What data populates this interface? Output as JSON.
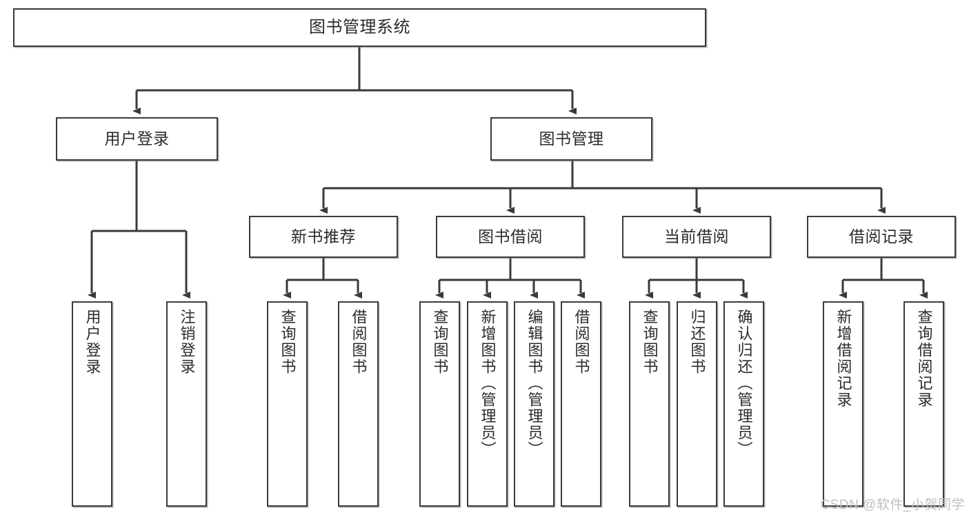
{
  "title": "图书管理系统",
  "watermark": "CSDN @软件_小贺同学",
  "colors": {
    "box_border": "#3a3a3a",
    "box_fill": "#ffffff",
    "text": "#2b2b2b",
    "edge": "#3a3a3a",
    "watermark": "#bfbfbf",
    "background": "#ffffff"
  },
  "chart_data": {
    "type": "tree-diagram",
    "title": "图书管理系统",
    "orientation": "top-down",
    "levels": 4,
    "nodes": [
      {
        "id": "root",
        "label": "图书管理系统",
        "level": 0,
        "text_direction": "horizontal"
      },
      {
        "id": "n_login",
        "label": "用户登录",
        "level": 1,
        "parent": "root",
        "text_direction": "horizontal"
      },
      {
        "id": "n_books",
        "label": "图书管理",
        "level": 1,
        "parent": "root",
        "text_direction": "horizontal"
      },
      {
        "id": "n_newbook",
        "label": "新书推荐",
        "level": 2,
        "parent": "n_books",
        "text_direction": "horizontal"
      },
      {
        "id": "n_borrow",
        "label": "图书借阅",
        "level": 2,
        "parent": "n_books",
        "text_direction": "horizontal"
      },
      {
        "id": "n_current",
        "label": "当前借阅",
        "level": 2,
        "parent": "n_books",
        "text_direction": "horizontal"
      },
      {
        "id": "n_record",
        "label": "借阅记录",
        "level": 2,
        "parent": "n_books",
        "text_direction": "horizontal"
      },
      {
        "id": "l1",
        "label": "用户登录",
        "level": 2,
        "parent": "n_login",
        "text_direction": "vertical"
      },
      {
        "id": "l2",
        "label": "注销登录",
        "level": 2,
        "parent": "n_login",
        "text_direction": "vertical"
      },
      {
        "id": "l3",
        "label": "查询图书",
        "level": 3,
        "parent": "n_newbook",
        "text_direction": "vertical"
      },
      {
        "id": "l4",
        "label": "借阅图书",
        "level": 3,
        "parent": "n_newbook",
        "text_direction": "vertical"
      },
      {
        "id": "l5",
        "label": "查询图书",
        "level": 3,
        "parent": "n_borrow",
        "text_direction": "vertical"
      },
      {
        "id": "l6",
        "label": "新增图书（管理员）",
        "level": 3,
        "parent": "n_borrow",
        "text_direction": "vertical"
      },
      {
        "id": "l7",
        "label": "编辑图书（管理员）",
        "level": 3,
        "parent": "n_borrow",
        "text_direction": "vertical"
      },
      {
        "id": "l8",
        "label": "借阅图书",
        "level": 3,
        "parent": "n_borrow",
        "text_direction": "vertical"
      },
      {
        "id": "l9",
        "label": "查询图书",
        "level": 3,
        "parent": "n_current",
        "text_direction": "vertical"
      },
      {
        "id": "l10",
        "label": "归还图书",
        "level": 3,
        "parent": "n_current",
        "text_direction": "vertical"
      },
      {
        "id": "l11",
        "label": "确认归还（管理员）",
        "level": 3,
        "parent": "n_current",
        "text_direction": "vertical"
      },
      {
        "id": "l12",
        "label": "新增借阅记录",
        "level": 3,
        "parent": "n_record",
        "text_direction": "vertical"
      },
      {
        "id": "l13",
        "label": "查询借阅记录",
        "level": 3,
        "parent": "n_record",
        "text_direction": "vertical"
      }
    ],
    "edges": [
      {
        "from": "root",
        "to": "n_login",
        "arrow": true
      },
      {
        "from": "root",
        "to": "n_books",
        "arrow": true
      },
      {
        "from": "n_login",
        "to": "l1",
        "arrow": true
      },
      {
        "from": "n_login",
        "to": "l2",
        "arrow": true
      },
      {
        "from": "n_books",
        "to": "n_newbook",
        "arrow": true
      },
      {
        "from": "n_books",
        "to": "n_borrow",
        "arrow": true
      },
      {
        "from": "n_books",
        "to": "n_current",
        "arrow": true
      },
      {
        "from": "n_books",
        "to": "n_record",
        "arrow": true
      },
      {
        "from": "n_newbook",
        "to": "l3",
        "arrow": true
      },
      {
        "from": "n_newbook",
        "to": "l4",
        "arrow": true
      },
      {
        "from": "n_borrow",
        "to": "l5",
        "arrow": true
      },
      {
        "from": "n_borrow",
        "to": "l6",
        "arrow": true
      },
      {
        "from": "n_borrow",
        "to": "l7",
        "arrow": true
      },
      {
        "from": "n_borrow",
        "to": "l8",
        "arrow": true
      },
      {
        "from": "n_current",
        "to": "l9",
        "arrow": true
      },
      {
        "from": "n_current",
        "to": "l10",
        "arrow": true
      },
      {
        "from": "n_current",
        "to": "l11",
        "arrow": true
      },
      {
        "from": "n_record",
        "to": "l12",
        "arrow": true
      },
      {
        "from": "n_record",
        "to": "l13",
        "arrow": true
      }
    ]
  }
}
